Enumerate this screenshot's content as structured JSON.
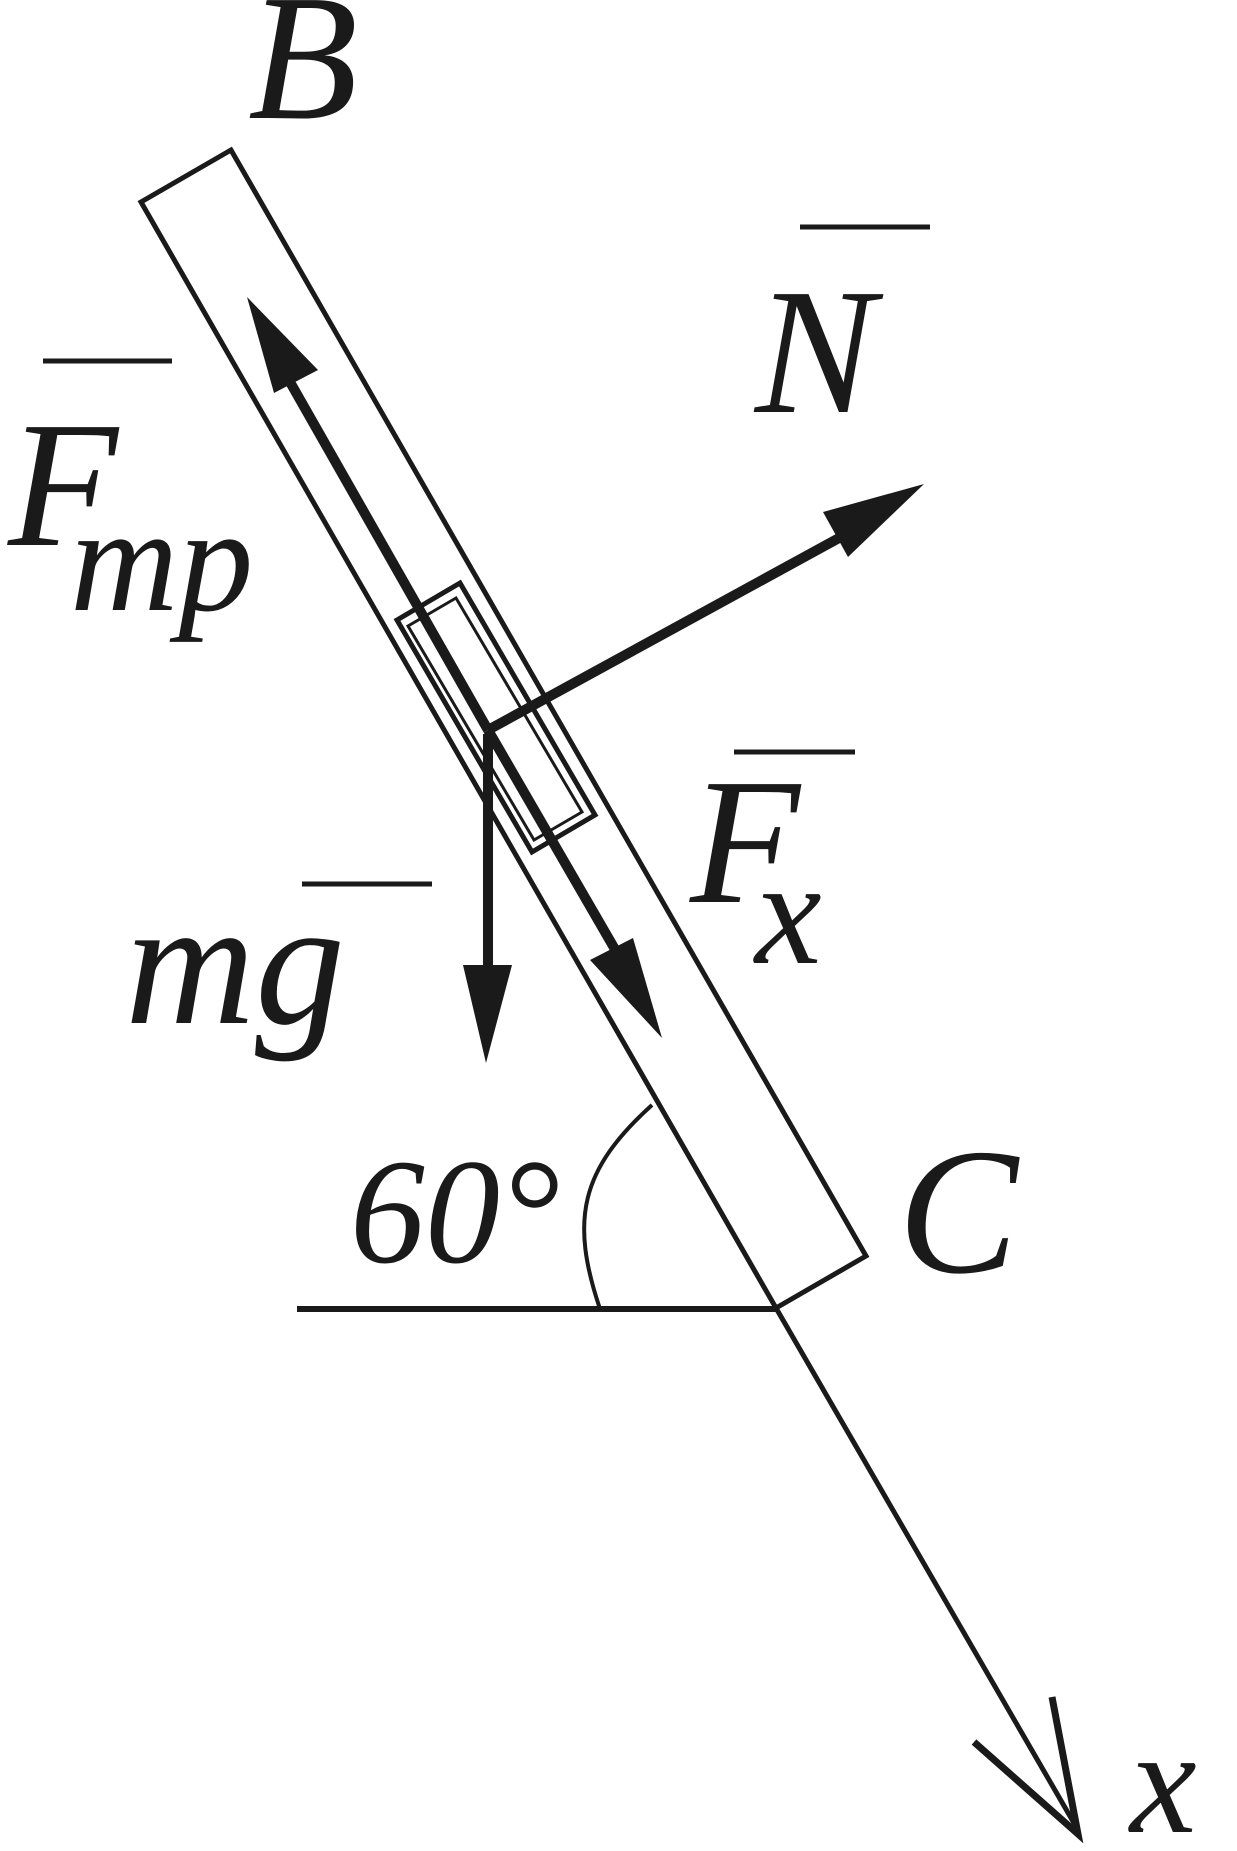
{
  "labels": {
    "point_b": "B",
    "point_c": "C",
    "normal_force": "N",
    "friction_force_main": "F",
    "friction_force_sub": "mp",
    "force_x_main": "F",
    "force_x_sub": "x",
    "gravity": "mg",
    "angle": "60°",
    "axis": "x"
  },
  "colors": {
    "ink": "#1a1a1a",
    "background": "#ffffff"
  }
}
